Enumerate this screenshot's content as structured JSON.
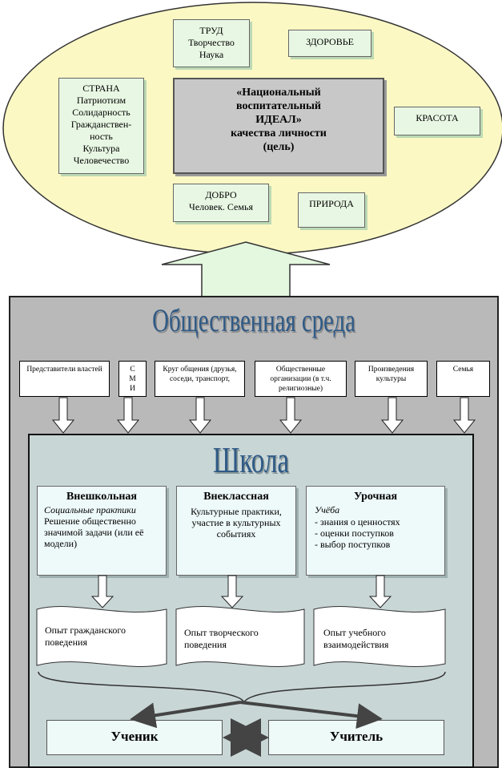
{
  "ideal": {
    "lines": [
      "«Национальный",
      "воспитательный",
      "ИДЕАЛ»",
      "качества личности",
      "(цель)"
    ]
  },
  "values": {
    "trud": [
      "ТРУД",
      "Творчество",
      "Наука"
    ],
    "zdorovie": "ЗДОРОВЬЕ",
    "strana": [
      "СТРАНА",
      "Патриотизм",
      "Солидарность",
      "Гражданствен-",
      "ность",
      "Культура",
      "Человечество"
    ],
    "krasota": "КРАСОТА",
    "dobro": [
      "ДОБРО",
      "Человек. Семья"
    ],
    "priroda": "ПРИРОДА"
  },
  "environment": {
    "title": "Общественная среда",
    "sources": [
      "Представители властей",
      "С М И",
      "Круг общения (друзья, соседи, транспорт,",
      "Общественные организации (в т.ч. религиозные)",
      "Произведения культуры",
      "Семья"
    ]
  },
  "school": {
    "title": "Школа",
    "columns": [
      {
        "head": "Внешкольная",
        "sub": "Социальные практики",
        "body": "Решение общественно значимой задачи (или её модели)"
      },
      {
        "head": "Внеклассная",
        "sub": "",
        "body": "Культурные практики, участие в культурных событиях"
      },
      {
        "head": "Урочная",
        "sub": "Учёба",
        "body": "- знания о ценностях\n- оценки поступков\n- выбор поступков"
      }
    ],
    "experiences": [
      "Опыт гражданского поведения",
      "Опыт творческого поведения",
      "Опыт учебного взаимодействия"
    ],
    "student": "Ученик",
    "teacher": "Учитель"
  },
  "colors": {
    "ellipse": "#fbf8c4",
    "env_bg": "#b9b9b9",
    "school_bg": "#c9d6d6",
    "title_blue": "#2f5a86",
    "arrow_green": "#e4f7df"
  }
}
